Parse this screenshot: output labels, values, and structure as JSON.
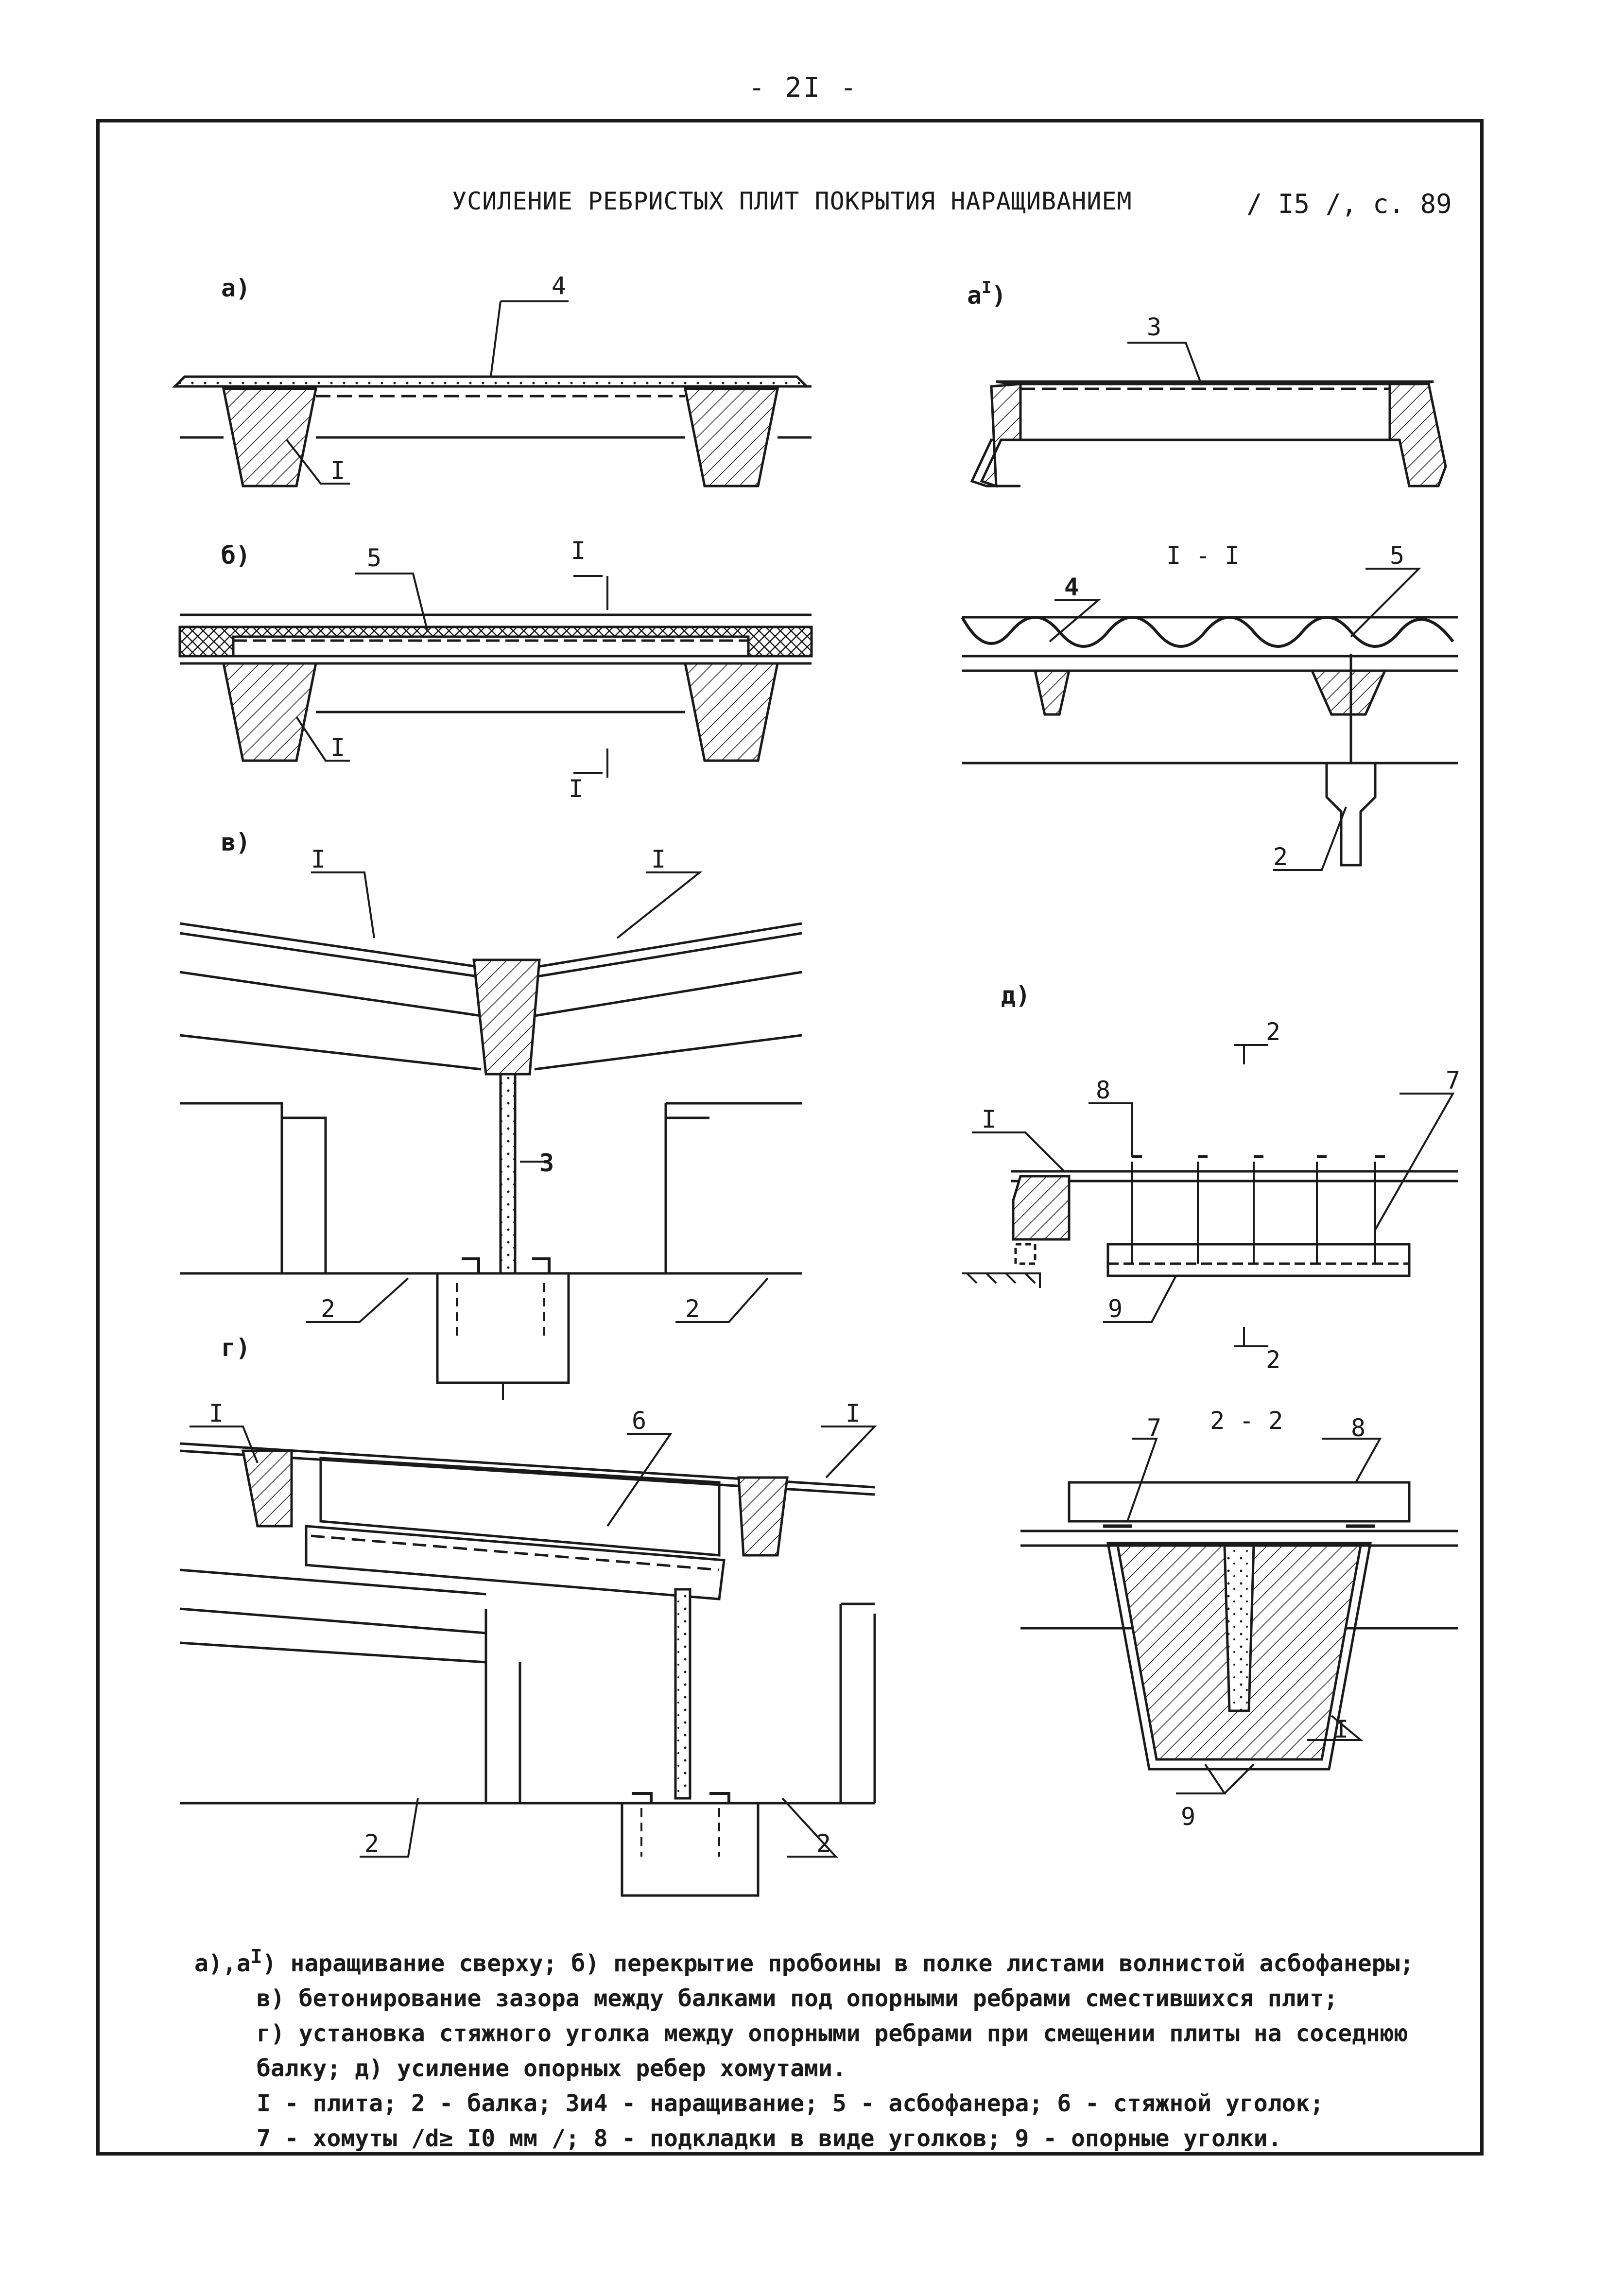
{
  "page_number": "- 2I -",
  "header": {
    "title": "УСИЛЕНИЕ   РЕБРИСТЫХ   ПЛИТ   ПОКРЫТИЯ   НАРАЩИВАНИЕМ",
    "reference": "/ I5 /, с. 89"
  },
  "panels": {
    "a": "а)",
    "a1": "а",
    "a1_sup": "I",
    "a1_tail": ")",
    "b": "б)",
    "v": "в)",
    "g": "г)",
    "d": "д)",
    "section_11": "I - I",
    "section_22": "2 - 2"
  },
  "callouts": {
    "one": "I",
    "two": "2",
    "three": "3",
    "four": "4",
    "five": "5",
    "six": "6",
    "seven": "7",
    "eight": "8",
    "nine": "9"
  },
  "caption": {
    "line1_a": "а),а",
    "line1_sup": "I",
    "line1_b": ") наращивание сверху;  б) перекрытие пробоины в полке листами волнистой асбофанеры;",
    "line2": "в) бетонирование зазора между балками под опорными ребрами сместившихся плит;",
    "line3": "г) установка стяжного уголка между опорными ребрами при смещении плиты на соседнюю",
    "line4": "балку;  д) усиление опорных ребер хомутами.",
    "line5": "I - плита; 2 - балка; 3и4 - наращивание; 5 - асбофанера; 6 - стяжной уголок;",
    "line6": "7 - хомуты /d≥ I0 мм /;  8 - подкладки в виде уголков;  9 - опорные уголки."
  }
}
